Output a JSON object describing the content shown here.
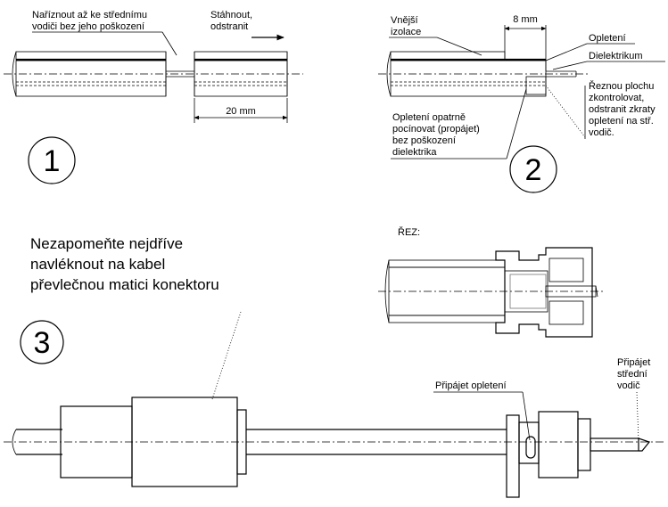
{
  "step1": {
    "cut_label": [
      "Naříznout až ke střednímu",
      "vodiči bez jeho poškození"
    ],
    "pull_label": [
      "Stáhnout,",
      "odstranit"
    ],
    "dimension": "20 mm",
    "number": "1"
  },
  "step2": {
    "outer_insulation": [
      "Vnější",
      "izolace"
    ],
    "dimension": "8 mm",
    "braid": "Opletení",
    "dielectric": "Dielektrikum",
    "check_label": [
      "Řeznou plochu",
      "zkontrolovat,",
      "odstranit zkraty",
      "opletení na stř.",
      "vodič."
    ],
    "solder_label": [
      "Opletení opatrně",
      "pocínovat (propájet)",
      "bez poškození",
      "dielektrika"
    ],
    "number": "2"
  },
  "step3": {
    "note": [
      "Nezapomeňte nejdříve",
      "navléknout na kabel",
      "převlečnou matici konektoru"
    ],
    "section": "ŘEZ:",
    "solder_braid": "Připájet opletení",
    "solder_center": [
      "Připájet",
      "střední",
      "vodič"
    ],
    "number": "3"
  }
}
